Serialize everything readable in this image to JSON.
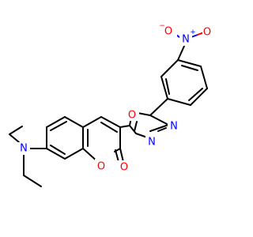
{
  "molecule": {
    "colors": {
      "carbon": "#000000",
      "oxygen": "#ff0000",
      "nitrogen": "#0000ff",
      "background": "#ffffff"
    },
    "atoms": {
      "nitro_oxygen_top": "O",
      "nitro_oxygen_charge": "−",
      "nitro_nitrogen": "N",
      "nitro_nitrogen_charge": "+",
      "nitro_oxygen_right": "O",
      "oxadiazole_oxygen": "O",
      "oxadiazole_nitrogen_1": "N",
      "oxadiazole_nitrogen_2": "N",
      "amine_nitrogen": "N",
      "ring_oxygen": "O",
      "carbonyl_oxygen": "O"
    }
  }
}
